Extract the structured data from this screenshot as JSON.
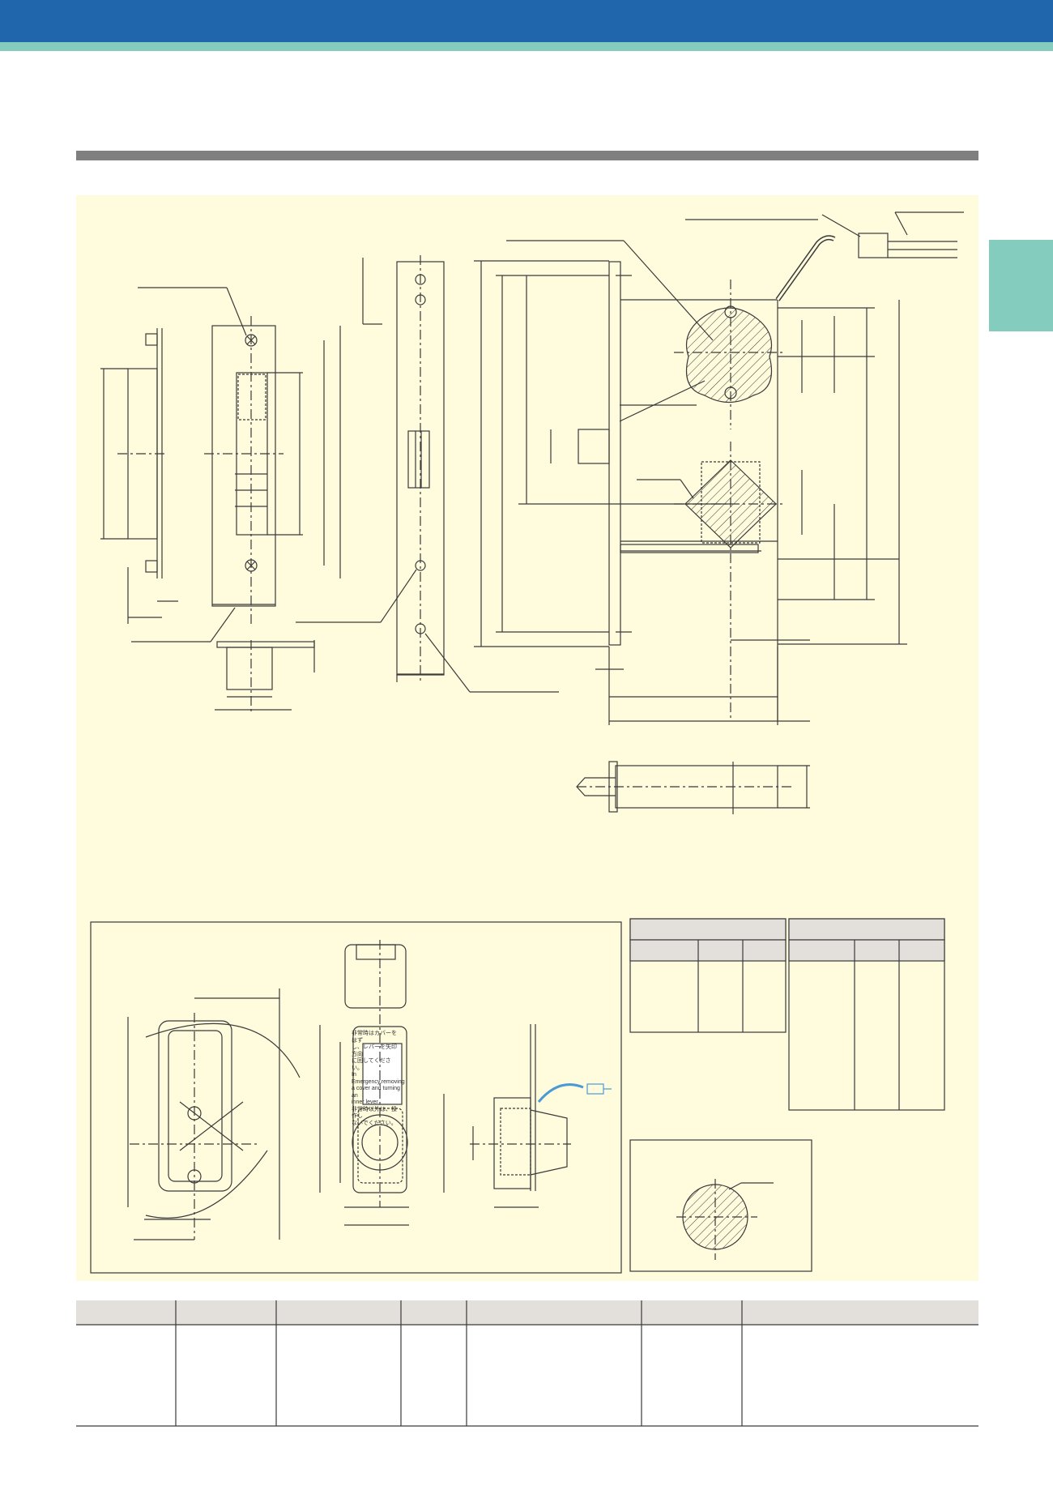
{
  "colors": {
    "header_band": "#1f66ad",
    "header_stripe": "#84ccbd",
    "section_rule": "#7f7f7f",
    "drawing_background": "#fffbdd",
    "line_color": "#3a3a3a",
    "table_header": "#e3e0dc",
    "cable_color": "#4a9ad4"
  },
  "warning_label": {
    "jp_line1": "非常時はカバーをはず",
    "jp_line2": "し、レバーを矢印方向",
    "jp_line3": "に回してください。",
    "en_line1": "In Emergency,removing",
    "en_line2": "a cover and turning an",
    "en_line3": "inner lever",
    "jp_line4": "非常時以外は、操作し",
    "jp_line5": "ないでください。"
  },
  "icons": [
    "screw-hole-icon",
    "connector-icon",
    "cable-icon"
  ]
}
